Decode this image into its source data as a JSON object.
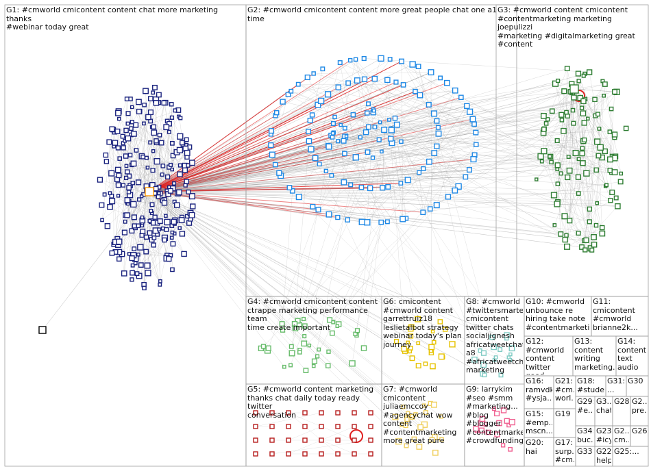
{
  "groups": [
    {
      "id": "G1",
      "lines": [
        "G1: #cmworld cmicontent content chat more marketing thanks",
        "#webinar today great"
      ]
    },
    {
      "id": "G2",
      "lines": [
        "G2: #cmworld cmicontent content more great people chat one a1",
        "time"
      ]
    },
    {
      "id": "G3",
      "lines": [
        "G3: #cmworld content cmicontent",
        "#contentmarketing marketing joepulizzi",
        "#marketing #digitalmarketing great",
        "#content"
      ]
    },
    {
      "id": "G4",
      "lines": [
        "G4: #cmworld cmicontent content",
        "ctrappe marketing performance team",
        "time create important"
      ]
    },
    {
      "id": "G5",
      "lines": [
        "G5: #cmworld content marketing",
        "thanks chat daily today ready twitter",
        "conversation"
      ]
    },
    {
      "id": "G6",
      "lines": [
        "G6: cmicontent",
        "#cmworld content",
        "garrettruiz18",
        "leslietalbot strategy",
        "webinar today's plan",
        "journey"
      ]
    },
    {
      "id": "G7",
      "lines": [
        "G7: #cmworld",
        "cmicontent",
        "juliaemccoy",
        "#agencychat wow",
        "content",
        "#contentmarketing",
        "more great pure"
      ]
    },
    {
      "id": "G8",
      "lines": [
        "G8: #cmworld",
        "#twittersmarter",
        "cmicontent",
        "twitter chats",
        "socialjignesh",
        "africatweetchat",
        "a8",
        "#africatweetch...",
        "marketing"
      ]
    },
    {
      "id": "G9",
      "lines": [
        "G9: larrykim",
        "#seo #smm",
        "#marketing...",
        "#blog #blogger",
        "#contentmarke...",
        "#crowdfunding..."
      ]
    },
    {
      "id": "G10",
      "lines": [
        "G10: #cmworld",
        "unbounce re",
        "hiring take note",
        "#contentmarketi..."
      ]
    },
    {
      "id": "G11",
      "lines": [
        "G11:",
        "cmicontent",
        "#cmworld",
        "brianne2k..."
      ]
    },
    {
      "id": "G12",
      "lines": [
        "G12:",
        "#cmworld",
        "content",
        "twitter good..."
      ]
    },
    {
      "id": "G13",
      "lines": [
        "G13:",
        "content",
        "writing",
        "marketing..."
      ]
    },
    {
      "id": "G14",
      "lines": [
        "G14:",
        "content",
        "text",
        "audio"
      ]
    },
    {
      "id": "G15",
      "lines": [
        "G15:",
        "#emp...",
        "mscn..."
      ]
    },
    {
      "id": "G16",
      "lines": [
        "G16:",
        "ramvdk",
        "#ysja..."
      ]
    },
    {
      "id": "G17",
      "lines": [
        "G17:",
        "surp...",
        "#cm..."
      ]
    },
    {
      "id": "G18",
      "lines": [
        "G18:",
        "#stude..."
      ]
    },
    {
      "id": "G19",
      "lines": [
        "G19"
      ]
    },
    {
      "id": "G20",
      "lines": [
        "G20:",
        "hai"
      ]
    },
    {
      "id": "G21",
      "lines": [
        "G21:",
        "#cm...",
        "worl..."
      ]
    },
    {
      "id": "G22",
      "lines": [
        "G22:",
        "help..."
      ]
    },
    {
      "id": "G23",
      "lines": [
        "G23:",
        "#icy..."
      ]
    },
    {
      "id": "G24",
      "lines": [
        "G2...",
        "cm..."
      ]
    },
    {
      "id": "G25",
      "lines": [
        "G25:..."
      ]
    },
    {
      "id": "G26",
      "lines": [
        "G26"
      ]
    },
    {
      "id": "G27",
      "lines": [
        "G2...",
        "pre..."
      ]
    },
    {
      "id": "G28",
      "lines": [
        "G28"
      ]
    },
    {
      "id": "G29",
      "lines": [
        "G29:",
        "#e..."
      ]
    },
    {
      "id": "G30",
      "lines": [
        "G30"
      ]
    },
    {
      "id": "G31",
      "lines": [
        "G31:",
        "..."
      ]
    },
    {
      "id": "G32",
      "lines": [
        "G3...",
        "chat"
      ]
    },
    {
      "id": "G33",
      "lines": [
        "G33"
      ]
    },
    {
      "id": "G34",
      "lines": [
        "G34:",
        "buc..."
      ]
    }
  ],
  "colors": {
    "G1": "#1a237e",
    "G2": "#1e88e5",
    "G3": "#2e7d32",
    "G4": "#66bb6a",
    "G5": "#b71c1c",
    "G6": "#e6c200",
    "G7": "#f0d060",
    "G8": "#80cbc4",
    "G9": "#f06292",
    "G10": "#90caf9",
    "edge": "#a0a0a0",
    "edgeRed": "#e02020",
    "border": "#9e9e9e",
    "accent": "#ff9800"
  }
}
